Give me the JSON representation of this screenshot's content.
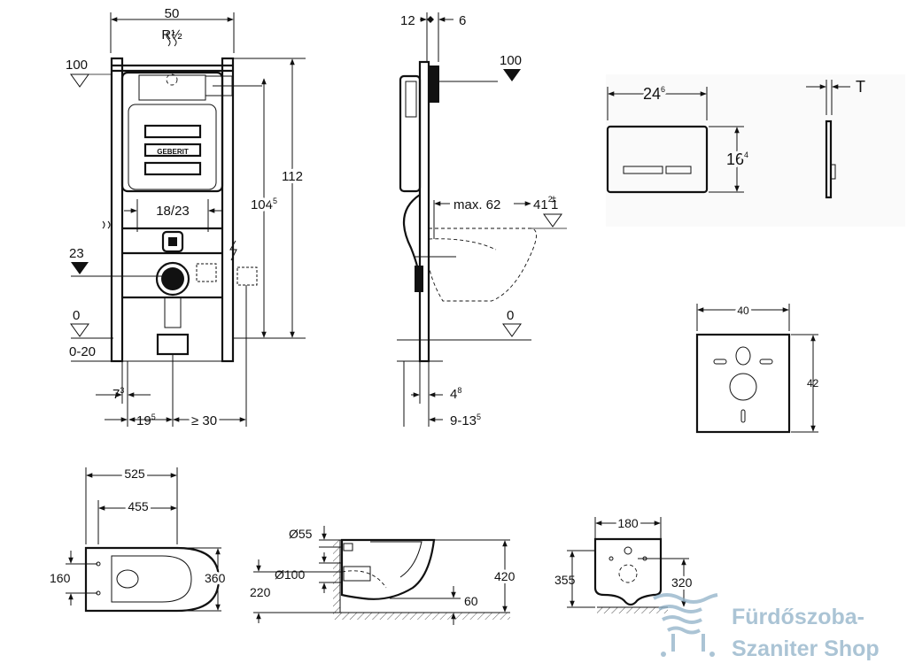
{
  "frame_front": {
    "width": "50",
    "connection": "R½",
    "height_total": "112",
    "height_mid_main": "104",
    "height_mid_sup": "5",
    "actuator_level": "100",
    "bolt_spacing": "18/23",
    "drain_level": "23",
    "floor_level": "0",
    "floor_range": "0-20",
    "offset_main": "7",
    "offset_sup": "3",
    "depth_main": "19",
    "depth_sup": "5",
    "side_clearance": "≥ 30",
    "brand": "GEBERIT"
  },
  "frame_side": {
    "left_dim": "12",
    "right_dim": "6",
    "actuator_level": "100",
    "max_projection": "max. 62",
    "bolt_height": "41",
    "bolt_tol_plus": "2",
    "bolt_tol_minus": "1",
    "floor_level": "0",
    "foot_main": "4",
    "foot_sup": "8",
    "wall_range_main": "9-13",
    "wall_range_sup": "5"
  },
  "plate": {
    "width_main": "24",
    "width_sup": "6",
    "height_main": "16",
    "height_sup": "4",
    "thickness": "T"
  },
  "mat": {
    "width": "40",
    "height": "42"
  },
  "bowl_top": {
    "length": "525",
    "inner_length": "455",
    "bolt_spacing": "160",
    "width": "360"
  },
  "bowl_side": {
    "outlet_small": "Ø55",
    "outlet_large": "Ø100",
    "outlet_height": "220",
    "height": "420",
    "bottom_offset": "60"
  },
  "bowl_front": {
    "top_width": "180",
    "height": "355",
    "inlet_height": "320"
  },
  "watermark": {
    "line1": "Fürdőszoba-",
    "line2": "Szaniter Shop",
    "color": "#8fb1c7"
  }
}
